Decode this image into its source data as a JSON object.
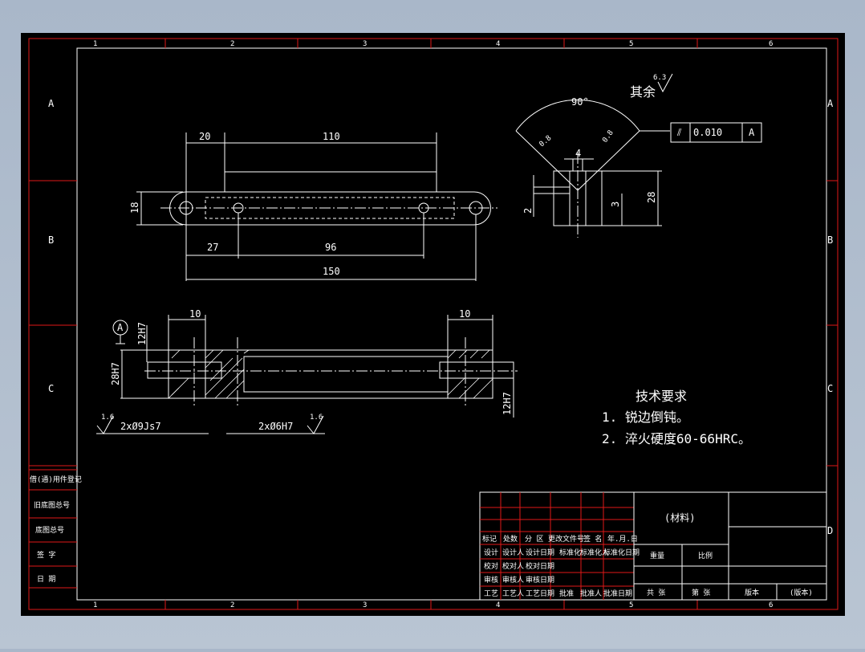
{
  "frame": {
    "col_labels": [
      "1",
      "2",
      "3",
      "4",
      "5",
      "6"
    ],
    "row_labels": [
      "A",
      "B",
      "C",
      "D"
    ],
    "left_strip": [
      "借(通)用件登记",
      "旧底图总号",
      "底图总号",
      "签  字",
      "日  期"
    ]
  },
  "roughness": {
    "general_prefix": "其余",
    "general_value": "6.3",
    "left_value": "1.6",
    "right_value": "1.6"
  },
  "top_view": {
    "dim_20": "20",
    "dim_110": "110",
    "dim_18": "18",
    "dim_27": "27",
    "dim_96": "96",
    "dim_150": "150"
  },
  "side_view": {
    "angle": "90°",
    "chamfer_left": "0.8",
    "chamfer_right": "0.8",
    "dim_4": "4",
    "dim_2": "2",
    "dim_3": "3",
    "dim_28": "28"
  },
  "tolerance_frame": {
    "symbol": "⫽",
    "value": "0.010",
    "datum": "A"
  },
  "section_view": {
    "datum_label": "A",
    "dim_12H7_top": "12H7",
    "dim_28H7": "28H7",
    "dim_10_left": "10",
    "dim_10_right": "10",
    "dim_12H7_right": "12H7",
    "hole_left": "2xØ9Js7",
    "hole_right": "2xØ6H7"
  },
  "tech_requirements": {
    "title": "技术要求",
    "items": [
      "1. 锐边倒钝。",
      "2. 淬火硬度60-66HRC。"
    ]
  },
  "title_block": {
    "material": "(材料)",
    "rev_headers": [
      "标记",
      "处数",
      "分 区",
      "更改文件号",
      "签 名",
      "年.月.日"
    ],
    "rows": [
      [
        "设计",
        "设计人",
        "设计日期",
        "标准化",
        "标准化人",
        "标准化日期"
      ],
      [
        "校对",
        "校对人",
        "校对日期"
      ],
      [
        "审核",
        "审核人",
        "审核日期"
      ],
      [
        "工艺",
        "工艺人",
        "工艺日期",
        "批准",
        "批准人",
        "批准日期"
      ]
    ],
    "weight_label": "重量",
    "scale_label": "比例",
    "sheets_total": "共 张",
    "sheet_no": "第 张",
    "version_label": "版本",
    "version_value": "(版本)"
  }
}
